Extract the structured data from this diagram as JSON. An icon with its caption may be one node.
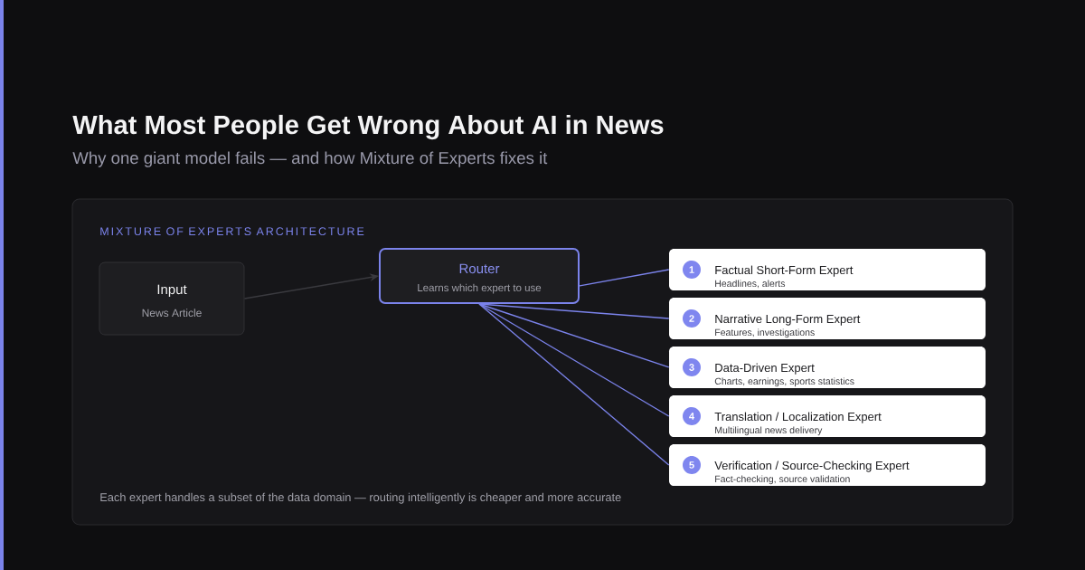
{
  "diagram": {
    "title": "What Most People Get Wrong About AI in News",
    "nodes": [
      {
        "text": [
          "MIXTURE OF EXPERTS ARCHITECTURE",
          "Each expert handles a subset of the data domain — routing intelligently is cheaper and more accurate"
        ]
      },
      {
        "text": [
          "Input",
          "News Article"
        ],
        "in": 0
      },
      {
        "text": [
          "Router",
          "Learns which expert to use"
        ],
        "in": 0
      },
      {
        "text": [
          "1",
          "Factual Short-Form Expert",
          "Headlines, alerts"
        ],
        "in": 0
      },
      {
        "text": [
          "2",
          "Narrative Long-Form Expert",
          "Features, investigations"
        ],
        "in": 0
      },
      {
        "text": [
          "3",
          "Data-Driven Expert",
          "Charts, earnings, sports statistics"
        ],
        "in": 0
      },
      {
        "text": [
          "4",
          "Translation / Localization Expert",
          "Multilingual news delivery"
        ],
        "in": 0
      },
      {
        "text": [
          "5",
          "Verification / Source-Checking Expert",
          "Fact-checking, source validation"
        ],
        "in": 0
      }
    ],
    "edges": [
      {
        "from": 1,
        "to": 2,
        "arrow": "to",
        "color": "#3a3a3f"
      },
      {
        "from": 2,
        "to": 3,
        "arrow": "none"
      },
      {
        "from": 2,
        "to": 4,
        "arrow": "none"
      },
      {
        "from": 2,
        "to": 5,
        "arrow": "none"
      },
      {
        "from": 2,
        "to": 6,
        "arrow": "none"
      },
      {
        "from": 2,
        "to": 7,
        "arrow": "none"
      }
    ],
    "labels": [
      "Why one giant model fails — and how Mixture of Experts fixes it"
    ]
  }
}
